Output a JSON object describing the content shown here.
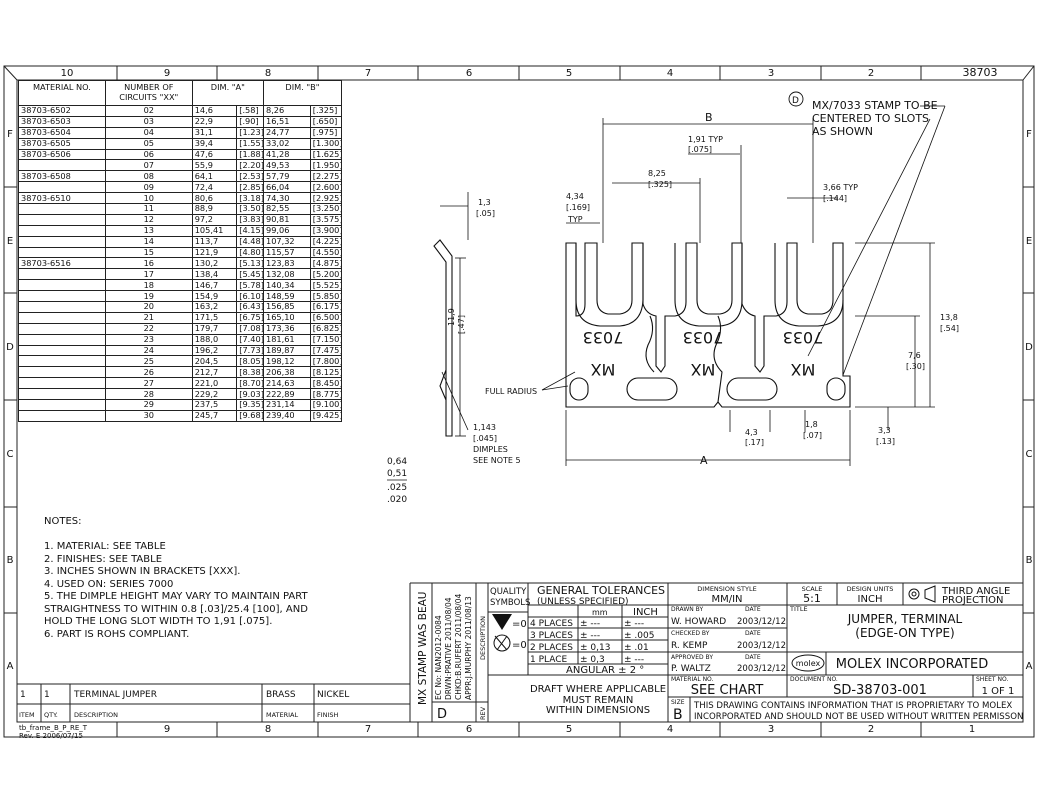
{
  "border": {
    "columns_top": [
      "10",
      "9",
      "8",
      "7",
      "6",
      "5",
      "4",
      "3",
      "2"
    ],
    "columns_bottom": [
      "9",
      "8",
      "7",
      "6",
      "5",
      "4",
      "3",
      "2",
      "1"
    ],
    "rows_left": [
      "F",
      "E",
      "D",
      "C",
      "B",
      "A"
    ],
    "rows_right": [
      "F",
      "E",
      "D",
      "C",
      "B",
      "A"
    ],
    "part_corner": "38703"
  },
  "table": {
    "headers": {
      "material": "MATERIAL NO.",
      "circuits": "NUMBER OF CIRCUITS \"XX\"",
      "dim_a": "DIM. \"A\"",
      "dim_b": "DIM. \"B\""
    },
    "rows": [
      {
        "mat": "38703-6502",
        "n": "02",
        "a": "14,6",
        "ai": ".58",
        "b": "8,26",
        "bi": ".325"
      },
      {
        "mat": "38703-6503",
        "n": "03",
        "a": "22,9",
        "ai": ".90",
        "b": "16,51",
        "bi": ".650"
      },
      {
        "mat": "38703-6504",
        "n": "04",
        "a": "31,1",
        "ai": "1.23",
        "b": "24,77",
        "bi": ".975"
      },
      {
        "mat": "38703-6505",
        "n": "05",
        "a": "39,4",
        "ai": "1.55",
        "b": "33,02",
        "bi": "1.300"
      },
      {
        "mat": "38703-6506",
        "n": "06",
        "a": "47,6",
        "ai": "1.88",
        "b": "41,28",
        "bi": "1.625"
      },
      {
        "mat": "",
        "n": "07",
        "a": "55,9",
        "ai": "2.20",
        "b": "49,53",
        "bi": "1.950"
      },
      {
        "mat": "38703-6508",
        "n": "08",
        "a": "64,1",
        "ai": "2.53",
        "b": "57,79",
        "bi": "2.275"
      },
      {
        "mat": "",
        "n": "09",
        "a": "72,4",
        "ai": "2.85",
        "b": "66,04",
        "bi": "2.600"
      },
      {
        "mat": "38703-6510",
        "n": "10",
        "a": "80,6",
        "ai": "3.18",
        "b": "74,30",
        "bi": "2.925"
      },
      {
        "mat": "",
        "n": "11",
        "a": "88,9",
        "ai": "3.50",
        "b": "82,55",
        "bi": "3.250"
      },
      {
        "mat": "",
        "n": "12",
        "a": "97,2",
        "ai": "3.83",
        "b": "90,81",
        "bi": "3.575"
      },
      {
        "mat": "",
        "n": "13",
        "a": "105,41",
        "ai": "4.15",
        "b": "99,06",
        "bi": "3.900"
      },
      {
        "mat": "",
        "n": "14",
        "a": "113,7",
        "ai": "4.48",
        "b": "107,32",
        "bi": "4.225"
      },
      {
        "mat": "",
        "n": "15",
        "a": "121,9",
        "ai": "4.80",
        "b": "115,57",
        "bi": "4.550"
      },
      {
        "mat": "38703-6516",
        "n": "16",
        "a": "130,2",
        "ai": "5.13",
        "b": "123,83",
        "bi": "4.875"
      },
      {
        "mat": "",
        "n": "17",
        "a": "138,4",
        "ai": "5.45",
        "b": "132,08",
        "bi": "5.200"
      },
      {
        "mat": "",
        "n": "18",
        "a": "146,7",
        "ai": "5.78",
        "b": "140,34",
        "bi": "5.525"
      },
      {
        "mat": "",
        "n": "19",
        "a": "154,9",
        "ai": "6.10",
        "b": "148,59",
        "bi": "5.850"
      },
      {
        "mat": "",
        "n": "20",
        "a": "163,2",
        "ai": "6.43",
        "b": "156,85",
        "bi": "6.175"
      },
      {
        "mat": "",
        "n": "21",
        "a": "171,5",
        "ai": "6.75",
        "b": "165,10",
        "bi": "6.500"
      },
      {
        "mat": "",
        "n": "22",
        "a": "179,7",
        "ai": "7.08",
        "b": "173,36",
        "bi": "6.825"
      },
      {
        "mat": "",
        "n": "23",
        "a": "188,0",
        "ai": "7.40",
        "b": "181,61",
        "bi": "7.150"
      },
      {
        "mat": "",
        "n": "24",
        "a": "196,2",
        "ai": "7.73",
        "b": "189,87",
        "bi": "7.475"
      },
      {
        "mat": "",
        "n": "25",
        "a": "204,5",
        "ai": "8.05",
        "b": "198,12",
        "bi": "7.800"
      },
      {
        "mat": "",
        "n": "26",
        "a": "212,7",
        "ai": "8.38",
        "b": "206,38",
        "bi": "8.125"
      },
      {
        "mat": "",
        "n": "27",
        "a": "221,0",
        "ai": "8.70",
        "b": "214,63",
        "bi": "8.450"
      },
      {
        "mat": "",
        "n": "28",
        "a": "229,2",
        "ai": "9.03",
        "b": "222,89",
        "bi": "8.775"
      },
      {
        "mat": "",
        "n": "29",
        "a": "237,5",
        "ai": "9.35",
        "b": "231,14",
        "bi": "9.100"
      },
      {
        "mat": "",
        "n": "30",
        "a": "245,7",
        "ai": "9.68",
        "b": "239,40",
        "bi": "9.425"
      }
    ]
  },
  "drawing": {
    "stamp_marker": "D",
    "stamp_note": [
      "MX/7033 STAMP TO BE",
      "CENTERED TO SLOTS",
      "AS SHOWN"
    ],
    "dims": {
      "b": "B",
      "a": "A",
      "d191": "1,91 TYP",
      "d191i": "[.075]",
      "d825": "8,25",
      "d825i": "[.325]",
      "d434": "4,34",
      "d434i": "[.169]",
      "typ": "TYP",
      "d366": "3,66 TYP",
      "d366i": "[.144]",
      "d13": "1,3",
      "d13i": "[.05]",
      "d119": "11,9",
      "d119i": "[.47]",
      "d143": "1,143",
      "d143i": "[.045]",
      "dimples": "DIMPLES",
      "see_note": "SEE NOTE 5",
      "full_radius": "FULL RADIUS",
      "d43": "4,3",
      "d43i": "[.17]",
      "d18": "1,8",
      "d18i": "[.07]",
      "d33": "3,3",
      "d33i": "[.13]",
      "d76": "7,6",
      "d76i": "[.30]",
      "d138": "13,8",
      "d138i": "[.54]"
    },
    "stamp_text": {
      "num": "7033",
      "mx": "MX"
    },
    "thickness": [
      "0,64",
      "0,51",
      ".025",
      ".020"
    ]
  },
  "notes": {
    "title": "NOTES:",
    "items": [
      "1. MATERIAL: SEE TABLE",
      "2. FINISHES: SEE TABLE",
      "3. INCHES SHOWN IN BRACKETS [XXX].",
      "4. USED ON: SERIES 7000",
      "5. THE DIMPLE HEIGHT MAY VARY TO MAINTAIN PART",
      "    STRAIGHTNESS TO WITHIN 0.8 [.03]/25.4 [100], AND",
      "    HOLD THE LONG SLOT WIDTH TO 1,91   [.075].",
      "6. PART IS ROHS COMPLIANT."
    ]
  },
  "bom": {
    "item": "1",
    "qty": "1",
    "desc": "TERMINAL JUMPER",
    "material": "BRASS",
    "finish": "NICKEL",
    "h_item": "ITEM",
    "h_qty": "QTY.",
    "h_desc": "DESCRIPTION",
    "h_material": "MATERIAL",
    "h_finish": "FINISH",
    "form": "tb_frame_B_P_RE_T",
    "rev": "Rev. E 2006/07/15"
  },
  "revision": {
    "text1": "MX STAMP WAS BEAU",
    "ec": "EC No: NAN2012-0084",
    "drwn": "DRWN:PRATIVE   2011/08/04",
    "chkd": "CHKD:B.RUFERT   2011/08/04",
    "appr": "APPR:J.MURPHY   2011/08/13",
    "letter": "D",
    "h_desc": "DESCRIPTION",
    "h_rev": "REV"
  },
  "title_block": {
    "quality": "QUALITY",
    "symbols": "SYMBOLS",
    "eq0": "=0",
    "eq0b": "=0",
    "gen_tol": "GENERAL TOLERANCES",
    "unless": "(UNLESS SPECIFIED)",
    "mm": "mm",
    "inch": "INCH",
    "p4": "4 PLACES",
    "p3": "3 PLACES",
    "p2": "2 PLACES",
    "p1": "1 PLACE",
    "t4mm": "± ---",
    "t3mm": "± ---",
    "t2mm": "± 0,13",
    "t1mm": "± 0,3",
    "t4in": "± ---",
    "t3in": "± .005",
    "t2in": "± .01",
    "t1in": "± ---",
    "angular": "ANGULAR ± 2 °",
    "draft": [
      "DRAFT WHERE APPLICABLE",
      "MUST REMAIN",
      "WITHIN DIMENSIONS"
    ],
    "dim_style_lbl": "DIMENSION STYLE",
    "dim_style": "MM/IN",
    "scale_lbl": "SCALE",
    "scale": "5:1",
    "units_lbl": "DESIGN UNITS",
    "units": "INCH",
    "projection": [
      "THIRD ANGLE",
      "PROJECTION"
    ],
    "drawn_lbl": "DRAWN BY",
    "drawn": "W. HOWARD",
    "drawn_date": "2003/12/12",
    "checked_lbl": "CHECKED BY",
    "checked": "R. KEMP",
    "checked_date": "2003/12/12",
    "approved_lbl": "APPROVED BY",
    "approved": "P. WALTZ",
    "approved_date": "2003/12/12",
    "date_lbl": "DATE",
    "title_lbl": "TITLE",
    "title": [
      "JUMPER, TERMINAL",
      "(EDGE-ON TYPE)"
    ],
    "logo": "molex",
    "company": "MOLEX INCORPORATED",
    "material_lbl": "MATERIAL NO.",
    "material": "SEE CHART",
    "doc_lbl": "DOCUMENT NO.",
    "doc": "SD-38703-001",
    "sheet_lbl": "SHEET NO.",
    "sheet": "1 OF 1",
    "size_lbl": "SIZE",
    "size": "B",
    "proprietary": [
      "THIS DRAWING CONTAINS INFORMATION THAT IS PROPRIETARY TO MOLEX",
      "INCORPORATED AND SHOULD NOT BE USED WITHOUT WRITTEN PERMISSON"
    ]
  }
}
